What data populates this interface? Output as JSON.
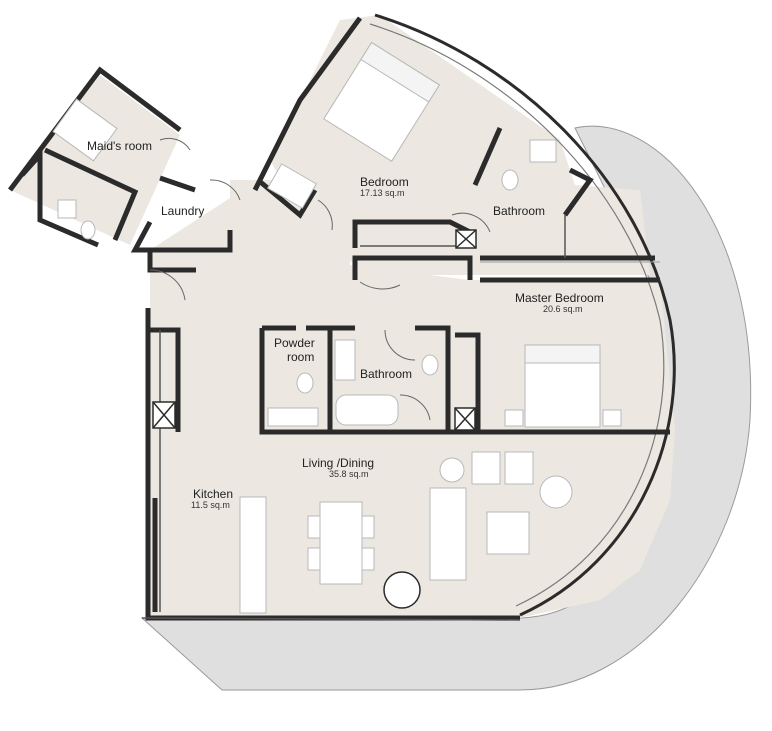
{
  "rooms": {
    "maids_room": {
      "name": "Maid's room"
    },
    "laundry": {
      "name": "Laundry"
    },
    "bedroom": {
      "name": "Bedroom",
      "area": "17.13 sq.m"
    },
    "bathroom_1": {
      "name": "Bathroom"
    },
    "master_bedroom": {
      "name": "Master Bedroom",
      "area": "20.6 sq.m"
    },
    "powder_room": {
      "name_line1": "Powder",
      "name_line2": "room"
    },
    "bathroom_2": {
      "name": "Bathroom"
    },
    "living_dining": {
      "name": "Living /Dining",
      "area": "35.8 sq.m"
    },
    "kitchen": {
      "name": "Kitchen",
      "area": "11.5 sq.m"
    }
  },
  "colors": {
    "floor": "#ece8e1",
    "wall": "#2b2b2b",
    "terrace": "#dfdfdf",
    "furniture": "#ffffff"
  }
}
